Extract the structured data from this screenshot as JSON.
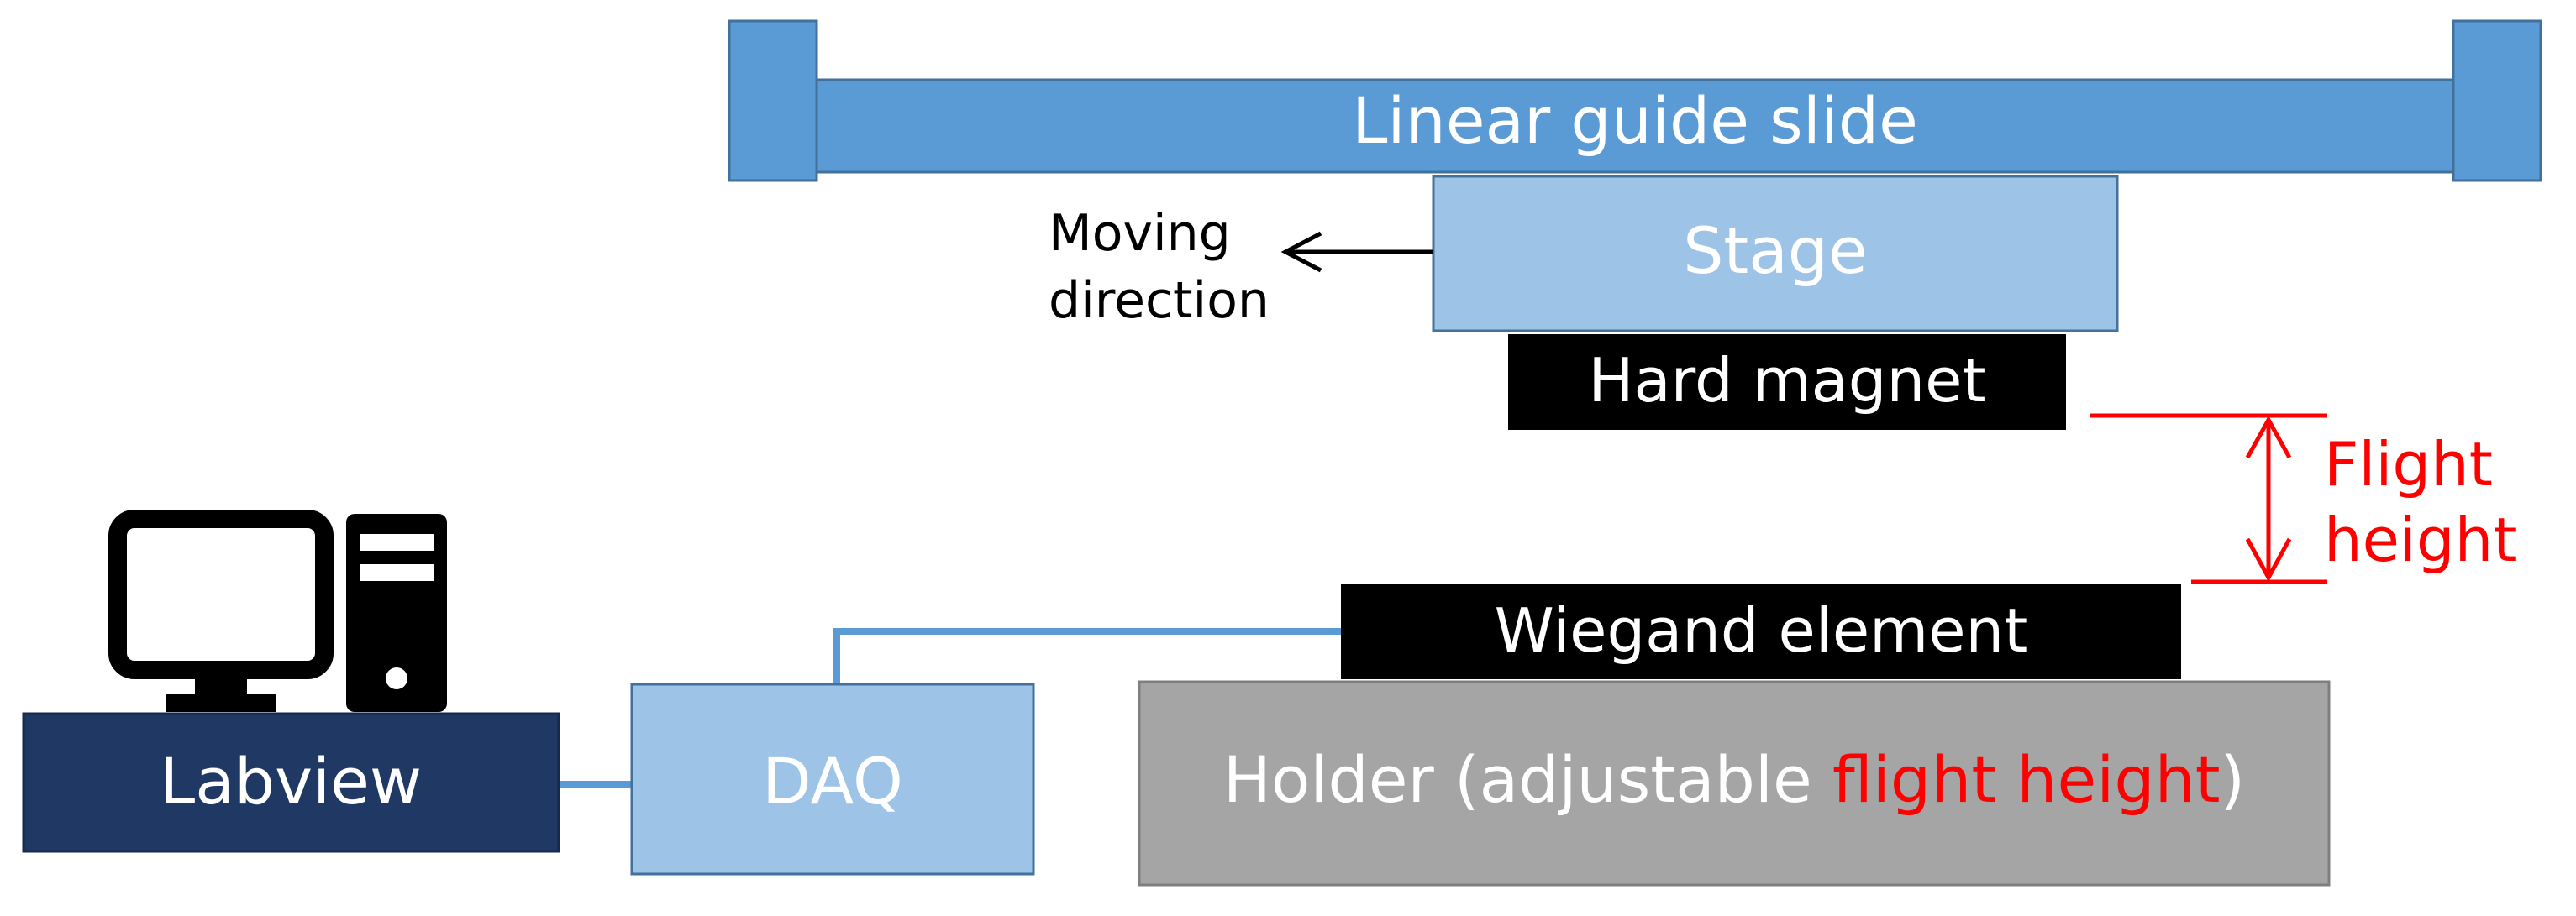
{
  "labels": {
    "linear_guide": "Linear guide slide",
    "stage": "Stage",
    "moving_line1": "Moving",
    "moving_line2": "direction",
    "hard_magnet": "Hard magnet",
    "flight_line1": "Flight",
    "flight_line2": "height",
    "wiegand": "Wiegand element",
    "holder_prefix": "Holder (adjustable ",
    "holder_highlight": "flight height",
    "holder_suffix": ")",
    "labview": "Labview",
    "daq": "DAQ"
  },
  "colors": {
    "guide_blue": "#5b9bd5",
    "guide_border": "#41719c",
    "light_blue": "#9dc3e6",
    "black": "#000000",
    "labview_navy": "#1f3864",
    "holder_gray": "#a5a5a5",
    "red": "#ff0000",
    "white": "#ffffff"
  },
  "icons": {
    "computer": "desktop-computer-icon"
  }
}
